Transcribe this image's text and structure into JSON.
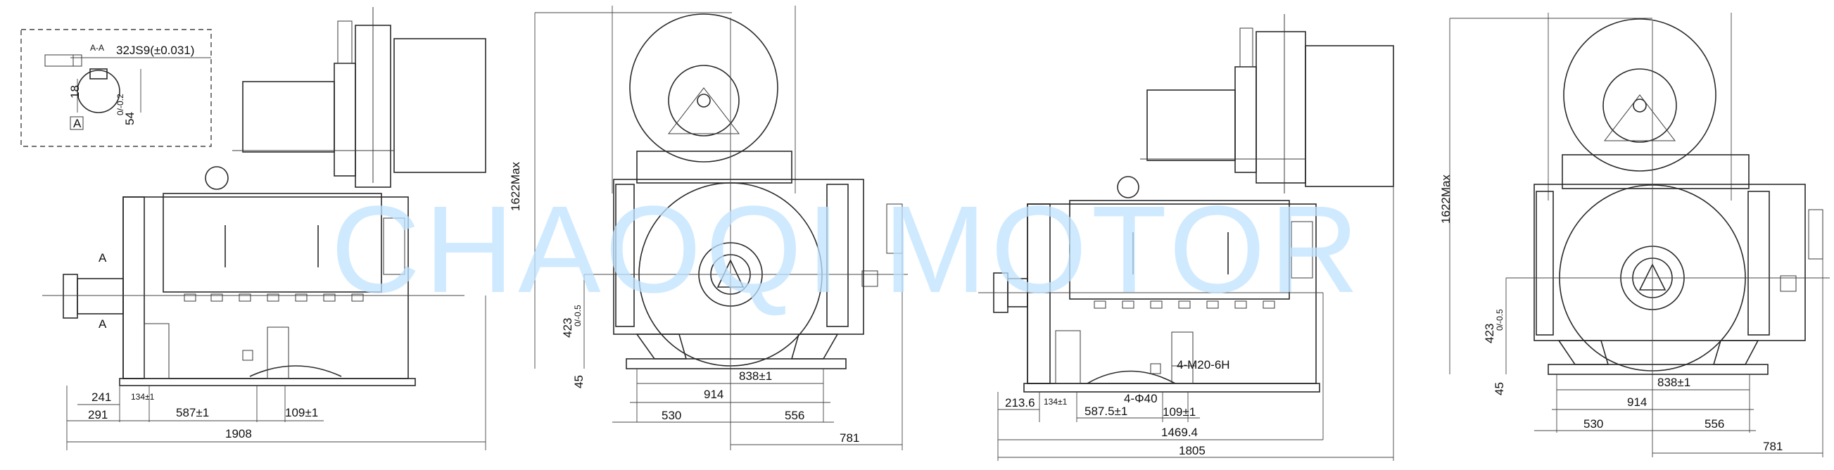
{
  "watermark": "CHAOQI MOTOR",
  "detail": {
    "section": "A-A",
    "keyway_tol": "32JS9(±0.031)",
    "depth": "18",
    "height": "54",
    "height_tol": "0/-0.2",
    "datum": "A"
  },
  "view1": {
    "section_mark_top": "A",
    "section_mark_bottom": "A",
    "d_241": "241",
    "d_291": "291",
    "d_134": "134±1",
    "d_587": "587±1",
    "d_109": "109±1",
    "d_1908": "1908"
  },
  "view2": {
    "height_total": "1622Max",
    "shaft_height": "423",
    "shaft_tol": "0/-0.5",
    "foot_height": "45",
    "d_838": "838±1",
    "d_914": "914",
    "d_530": "530",
    "d_556": "556",
    "d_781": "781"
  },
  "view3": {
    "d_213": "213.6",
    "d_134": "134±1",
    "d_587": "587.5±1",
    "d_109": "109±1",
    "d_1469": "1469.4",
    "d_1805": "1805",
    "thread_note": "4-M20-6H",
    "hole_note": "4-Φ40"
  },
  "view4": {
    "height_total": "1622Max",
    "shaft_height": "423",
    "shaft_tol": "0/-0.5",
    "foot_height": "45",
    "d_838": "838±1",
    "d_914": "914",
    "d_530": "530",
    "d_556": "556",
    "d_781": "781"
  }
}
